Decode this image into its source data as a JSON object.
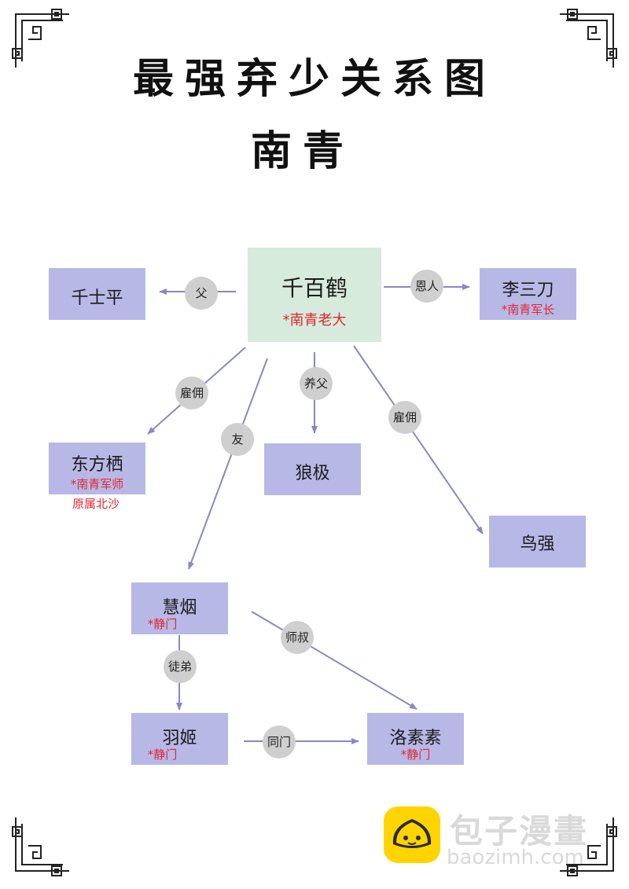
{
  "title": "最强弃少关系图",
  "subtitle": "南青",
  "nodes": {
    "qianbaihe": {
      "name": "千百鹤",
      "note": "*南青老大"
    },
    "qianshiping": {
      "name": "千士平"
    },
    "lisandao": {
      "name": "李三刀",
      "note": "*南青军长"
    },
    "dongfangqi": {
      "name": "东方栖",
      "note": "*南青军师",
      "extra": "原属北沙"
    },
    "langji": {
      "name": "狼极"
    },
    "niaoqiang": {
      "name": "鸟强"
    },
    "huiyan": {
      "name": "慧烟",
      "note": "*静门"
    },
    "yuji": {
      "name": "羽姬",
      "note": "*静门"
    },
    "luosusu": {
      "name": "洛素素",
      "note": "*静门"
    }
  },
  "edges": [
    {
      "from": "qianbaihe",
      "to": "qianshiping",
      "label": "父"
    },
    {
      "from": "qianbaihe",
      "to": "lisandao",
      "label": "恩人"
    },
    {
      "from": "qianbaihe",
      "to": "dongfangqi",
      "label": "雇佣"
    },
    {
      "from": "qianbaihe",
      "to": "langji",
      "label": "养父"
    },
    {
      "from": "qianbaihe",
      "to": "niaoqiang",
      "label": "雇佣"
    },
    {
      "from": "qianbaihe",
      "to": "huiyan",
      "label": "友"
    },
    {
      "from": "huiyan",
      "to": "yuji",
      "label": "徒弟"
    },
    {
      "from": "huiyan",
      "to": "luosusu",
      "label": "师叔"
    },
    {
      "from": "yuji",
      "to": "luosusu",
      "label": "同门"
    }
  ],
  "watermark": {
    "name": "包子漫畫",
    "url": "baozimh.com"
  },
  "colors": {
    "node": "#b8b8e6",
    "root": "#d6ebdb",
    "edge": "#8a86c8",
    "note": "#e3262f",
    "label_bubble": "#cfcfcf"
  }
}
